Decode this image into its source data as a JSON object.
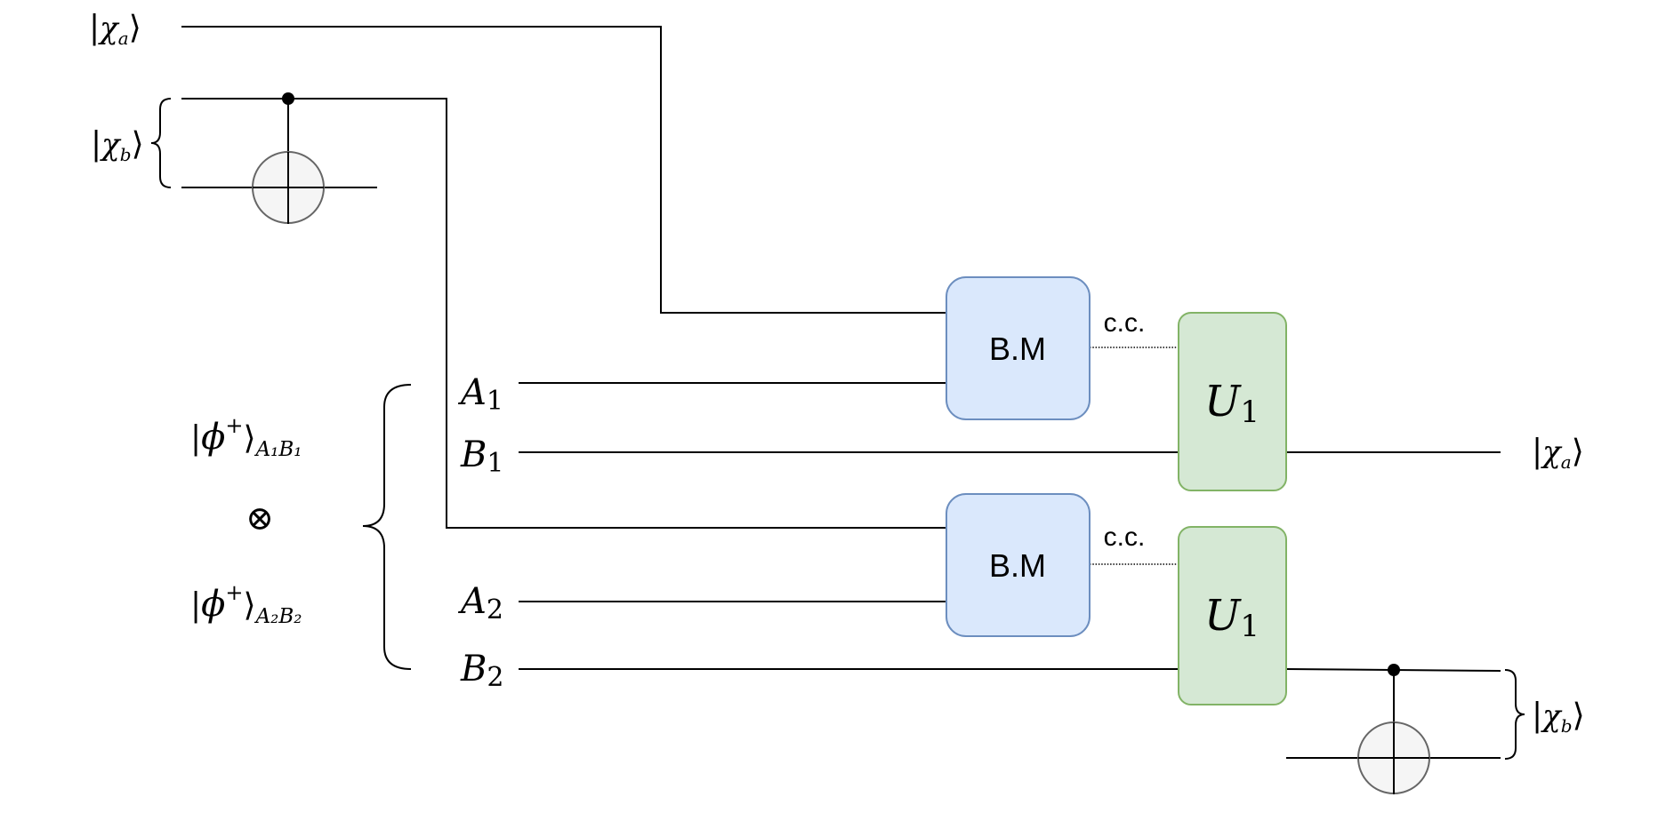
{
  "labels": {
    "chi_a_in": {
      "symbol": "χ",
      "sub": "a"
    },
    "chi_b_in": {
      "symbol": "χ",
      "sub": "b"
    },
    "chi_a_out": {
      "symbol": "χ",
      "sub": "a"
    },
    "chi_b_out": {
      "symbol": "χ",
      "sub": "b"
    },
    "phi_1": {
      "symbol": "ϕ",
      "sup": "+",
      "sub": "A₁B₁"
    },
    "phi_2": {
      "symbol": "ϕ",
      "sup": "+",
      "sub": "A₂B₂"
    },
    "otimes": "⊗",
    "registers": [
      {
        "letter": "A",
        "index": "1"
      },
      {
        "letter": "B",
        "index": "1"
      },
      {
        "letter": "A",
        "index": "2"
      },
      {
        "letter": "B",
        "index": "2"
      }
    ],
    "bm_top": "B.M",
    "bm_bottom": "B.M",
    "cc_top": "c.c.",
    "cc_bottom": "c.c.",
    "u_top": {
      "letter": "U",
      "index": "1"
    },
    "u_bottom": {
      "letter": "U",
      "index": "1"
    }
  },
  "colors": {
    "bm_fill": "#dae8fc",
    "bm_stroke": "#6c8ebf",
    "u_fill": "#d5e8d4",
    "u_stroke": "#82b366",
    "target_fill": "#f5f5f5",
    "target_stroke": "#666666"
  }
}
